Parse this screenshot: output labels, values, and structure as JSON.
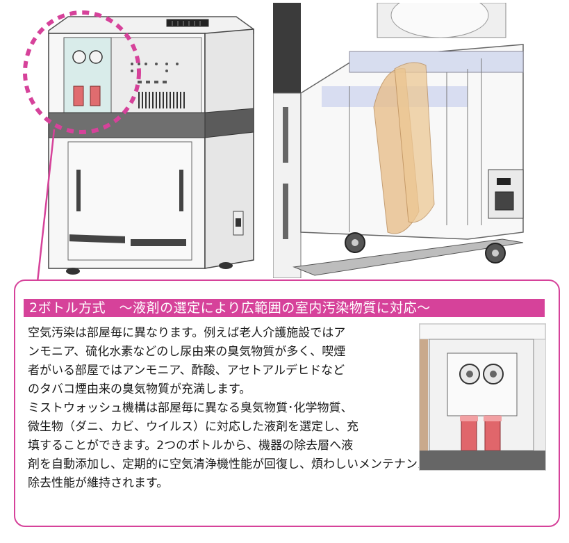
{
  "feature": {
    "headline": "2ボトル方式　～液剤の選定により広範囲の室内汚染物質に対応～",
    "body_lines": [
      "空気汚染は部屋毎に異なります。例えば老人介護施設ではア",
      "ンモニア、硫化水素などのし尿由来の臭気物質が多く、喫煙",
      "者がいる部屋ではアンモニア、酢酸、アセトアルデヒドなど",
      "のタバコ煙由来の臭気物質が充満します。",
      "ミストウォッシュ機構は部屋毎に異なる臭気物質･化学物質、",
      "微生物（ダニ、カビ、ウイルス）に対応した液剤を選定し、充",
      "填することができます。2つのボトルから、機器の除去層へ液",
      "剤を自動添加し、定期的に空気清浄機性能が回復し、煩わしいメンテナンスなしに",
      "除去性能が維持されます。"
    ]
  },
  "colors": {
    "accent": "#d6429a",
    "bottle_red": "#e0666b",
    "device_gray": "#6f6f6f"
  },
  "illustrations": {
    "left": "air-purifier-exterior",
    "right": "air-purifier-interior-cutaway",
    "detail": "two-bottle-closeup-photo"
  }
}
